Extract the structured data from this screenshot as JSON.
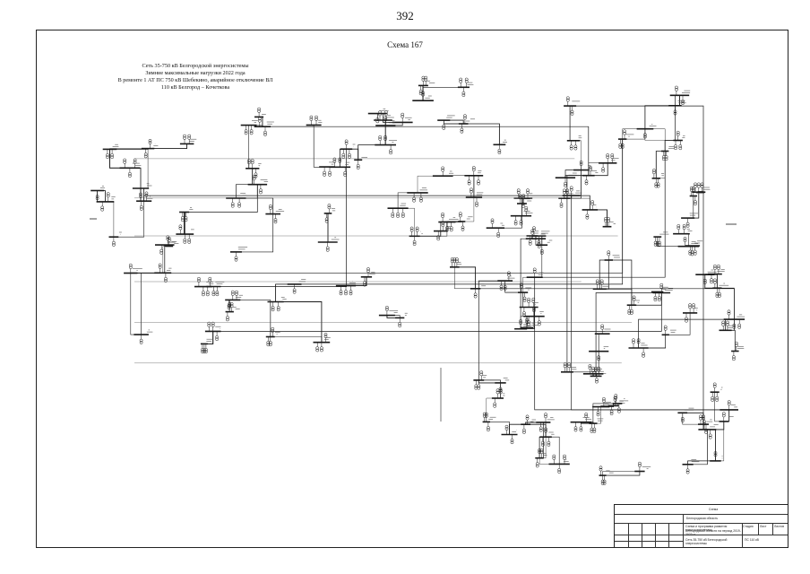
{
  "page_number": "392",
  "scheme_title": "Схема 167",
  "caption_lines": [
    "Сеть 35-750 кВ Белгородской энергосистемы",
    "Зимние максимальные нагрузки 2022 года",
    "В ремонте 1 АТ ПС 750 кВ Шебекино, аварийное отключение ВЛ",
    "110 кВ Белгород – Кочеткова"
  ],
  "stamp": {
    "header": "Схема",
    "row2": "Белгородская область",
    "row3": "Схема и программа развития электроэнергетики",
    "row4": "Белгородской области на период 2019-2023 гг.",
    "col_stage": "Стадия",
    "col_sheet": "Лист",
    "col_sheets": "Листов",
    "bottom_left": "Сеть 35-750 кВ Белгородской энергосистемы",
    "bottom_right": "ПС 110 кВ"
  },
  "colors": {
    "line": "#1a1a1a",
    "border": "#222222",
    "background": "#ffffff"
  }
}
